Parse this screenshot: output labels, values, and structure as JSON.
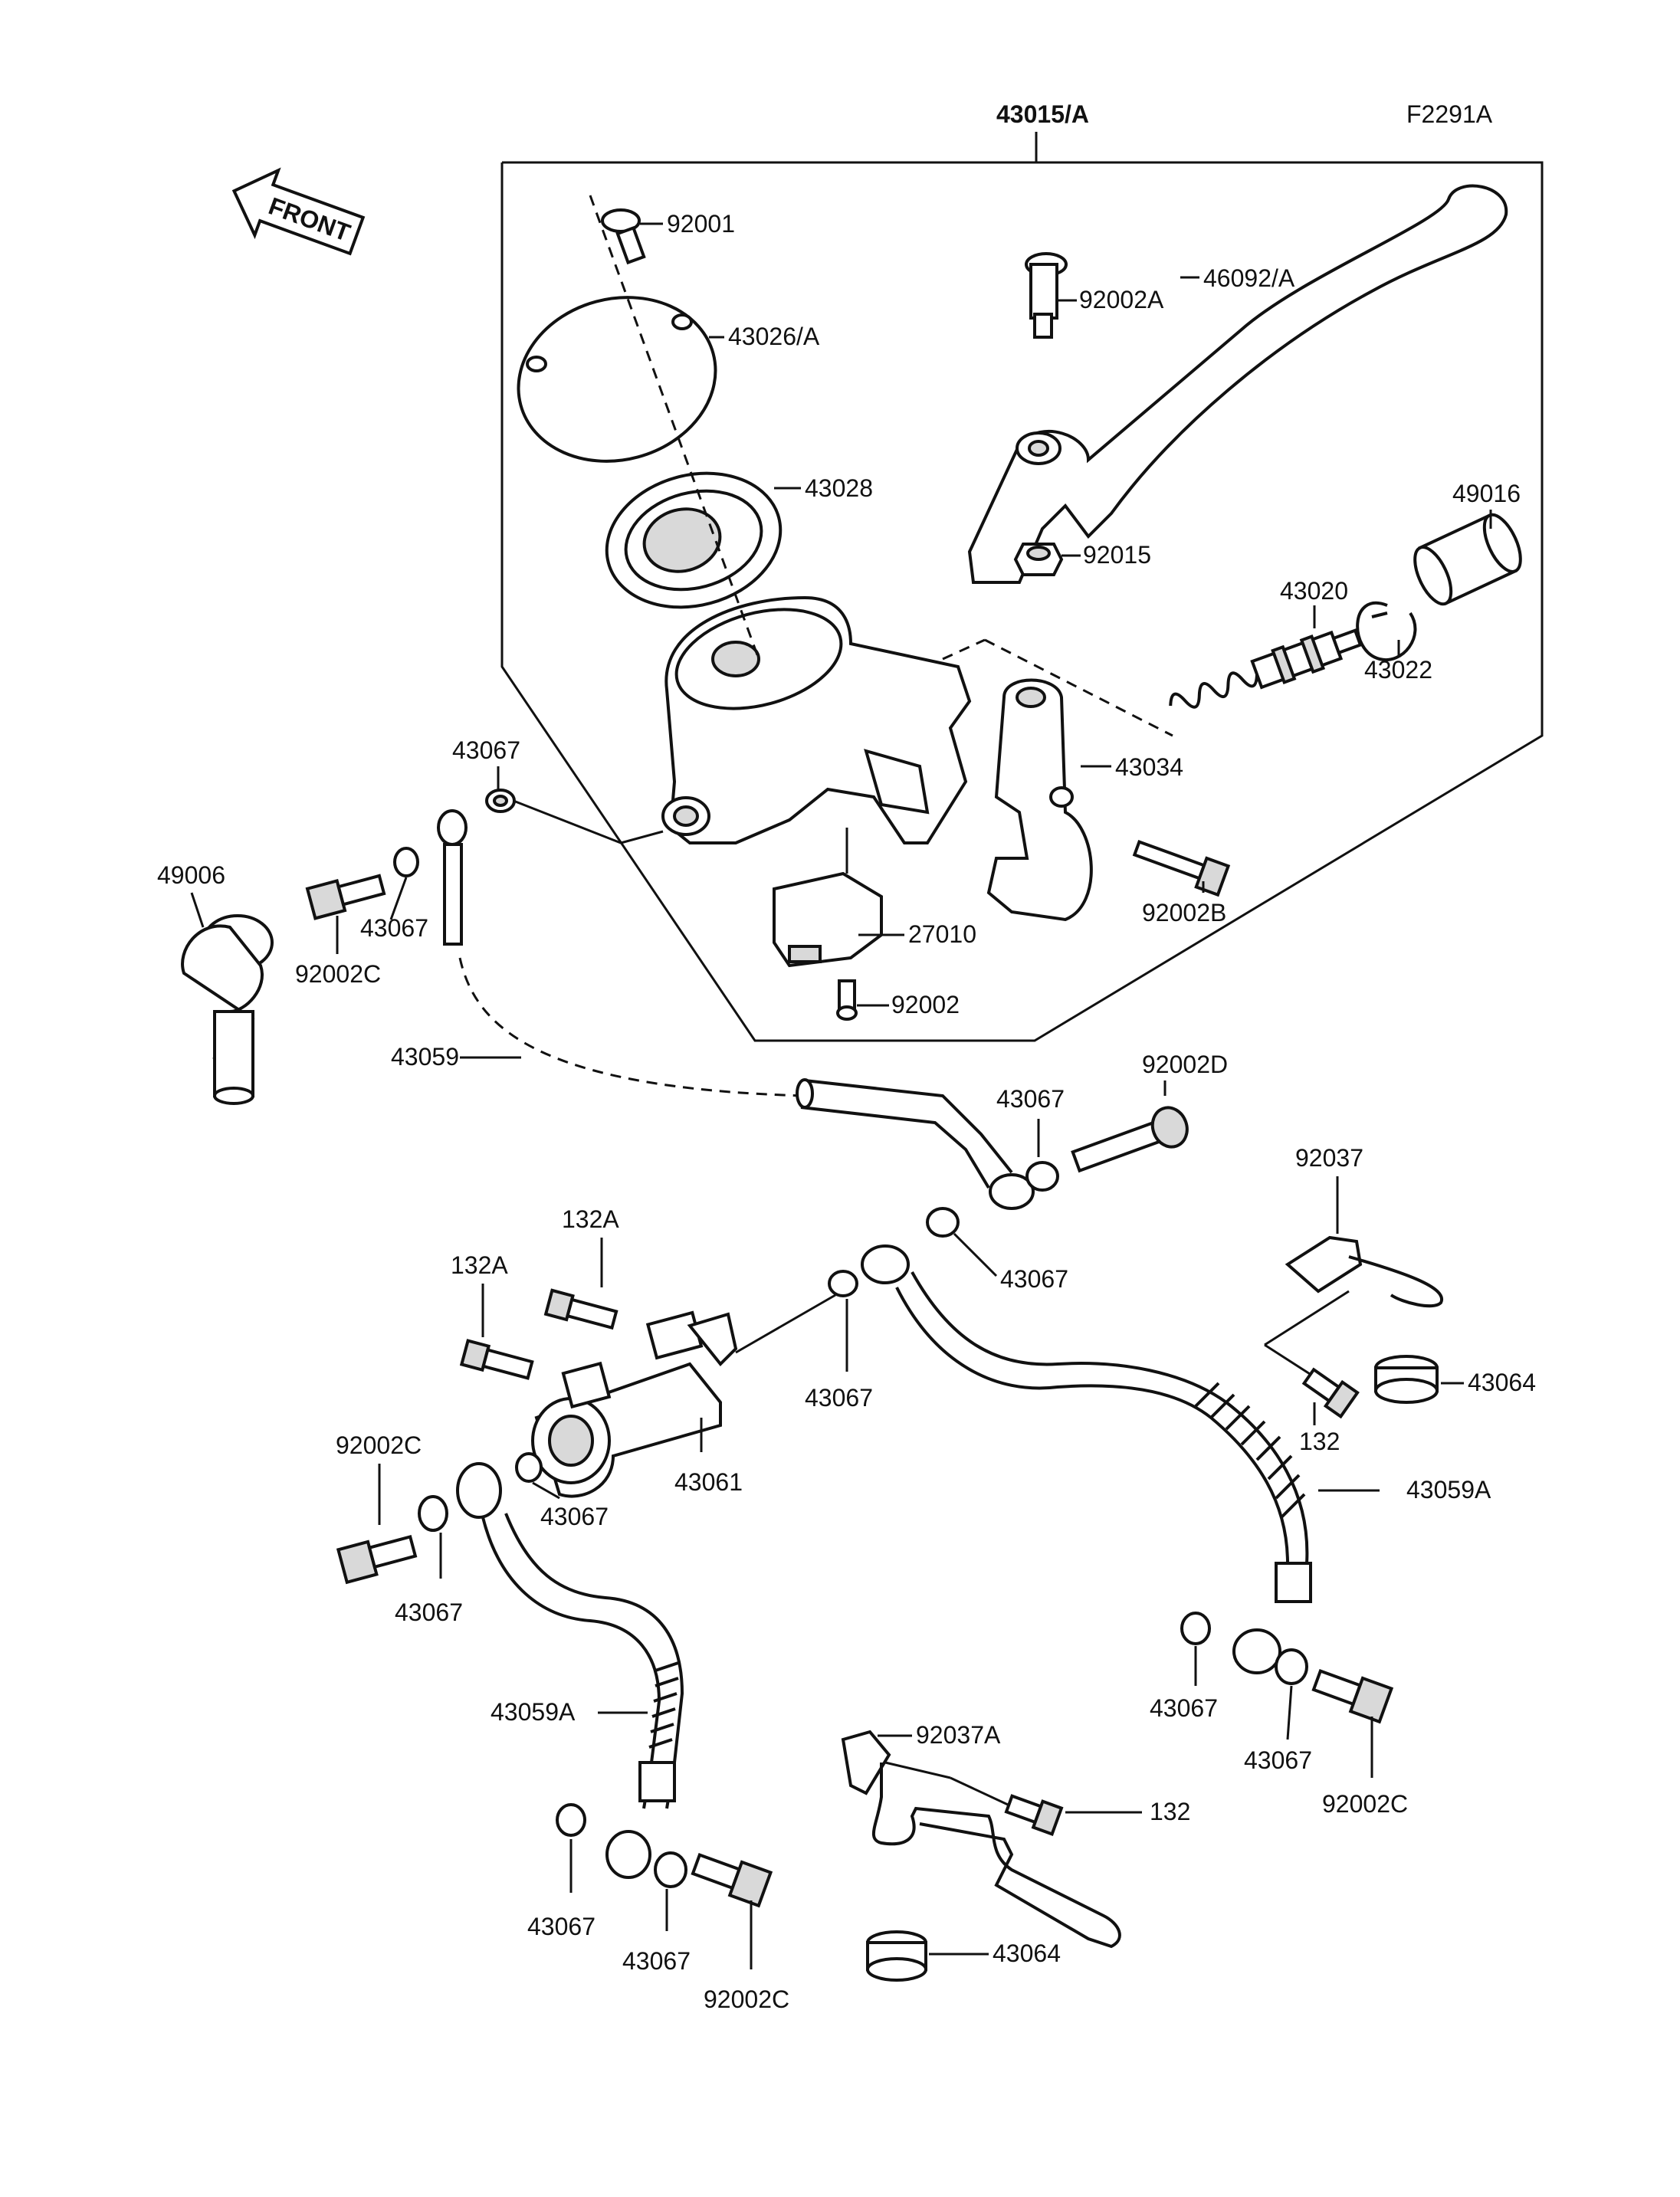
{
  "figure_code": "F2291A",
  "front_label": "FRONT",
  "assembly_label": "43015/A",
  "callouts": {
    "c92001": "92001",
    "c43026A": "43026/A",
    "c43028": "43028",
    "c92002A": "92002A",
    "c46092A": "46092/A",
    "c92015": "92015",
    "c49016": "49016",
    "c43020": "43020",
    "c43022": "43022",
    "c43034": "43034",
    "c43067a": "43067",
    "c49006": "49006",
    "c43067b": "43067",
    "c92002Ca": "92002C",
    "c27010": "27010",
    "c92002B": "92002B",
    "c92002": "92002",
    "c43059": "43059",
    "c92002D": "92002D",
    "c43067c": "43067",
    "c92037": "92037",
    "c132Aa": "132A",
    "c132Ab": "132A",
    "c43067d": "43067",
    "c43067e": "43067",
    "c43061": "43061",
    "c92002Cb": "92002C",
    "c43067f": "43067",
    "c43067g": "43067",
    "c132a": "132",
    "c43064a": "43064",
    "c43059Aa": "43059A",
    "c43059Ab": "43059A",
    "c92037A": "92037A",
    "c132b": "132",
    "c43067h": "43067",
    "c43067i": "43067",
    "c92002Cc": "92002C",
    "c43067j": "43067",
    "c43067k": "43067",
    "c92002Cd": "92002C",
    "c43064b": "43064"
  }
}
